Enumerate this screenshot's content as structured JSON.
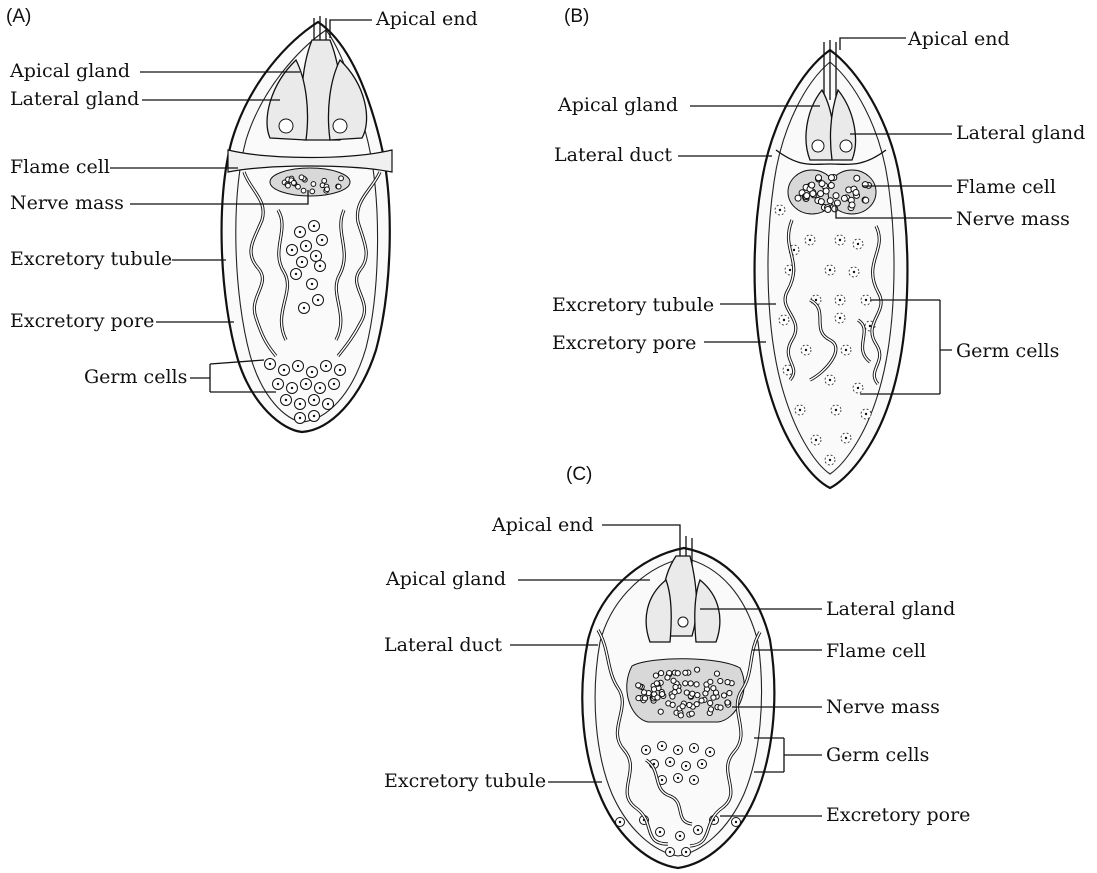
{
  "panels": {
    "a": {
      "tag": "(A)",
      "labels": {
        "apical_end": "Apical end",
        "apical_gland": "Apical gland",
        "lateral_gland": "Lateral gland",
        "flame_cell": "Flame cell",
        "nerve_mass": "Nerve mass",
        "excretory_tubule": "Excretory tubule",
        "excretory_pore": "Excretory pore",
        "germ_cells": "Germ cells"
      }
    },
    "b": {
      "tag": "(B)",
      "labels": {
        "apical_end": "Apical end",
        "apical_gland": "Apical gland",
        "lateral_gland": "Lateral gland",
        "lateral_duct": "Lateral duct",
        "flame_cell": "Flame cell",
        "nerve_mass": "Nerve mass",
        "excretory_tubule": "Excretory tubule",
        "excretory_pore": "Excretory pore",
        "germ_cells": "Germ cells"
      }
    },
    "c": {
      "tag": "(C)",
      "labels": {
        "apical_end": "Apical end",
        "apical_gland": "Apical gland",
        "lateral_gland": "Lateral gland",
        "lateral_duct": "Lateral duct",
        "flame_cell": "Flame cell",
        "nerve_mass": "Nerve mass",
        "germ_cells": "Germ cells",
        "excretory_tubule": "Excretory tubule",
        "excretory_pore": "Excretory pore"
      }
    }
  }
}
